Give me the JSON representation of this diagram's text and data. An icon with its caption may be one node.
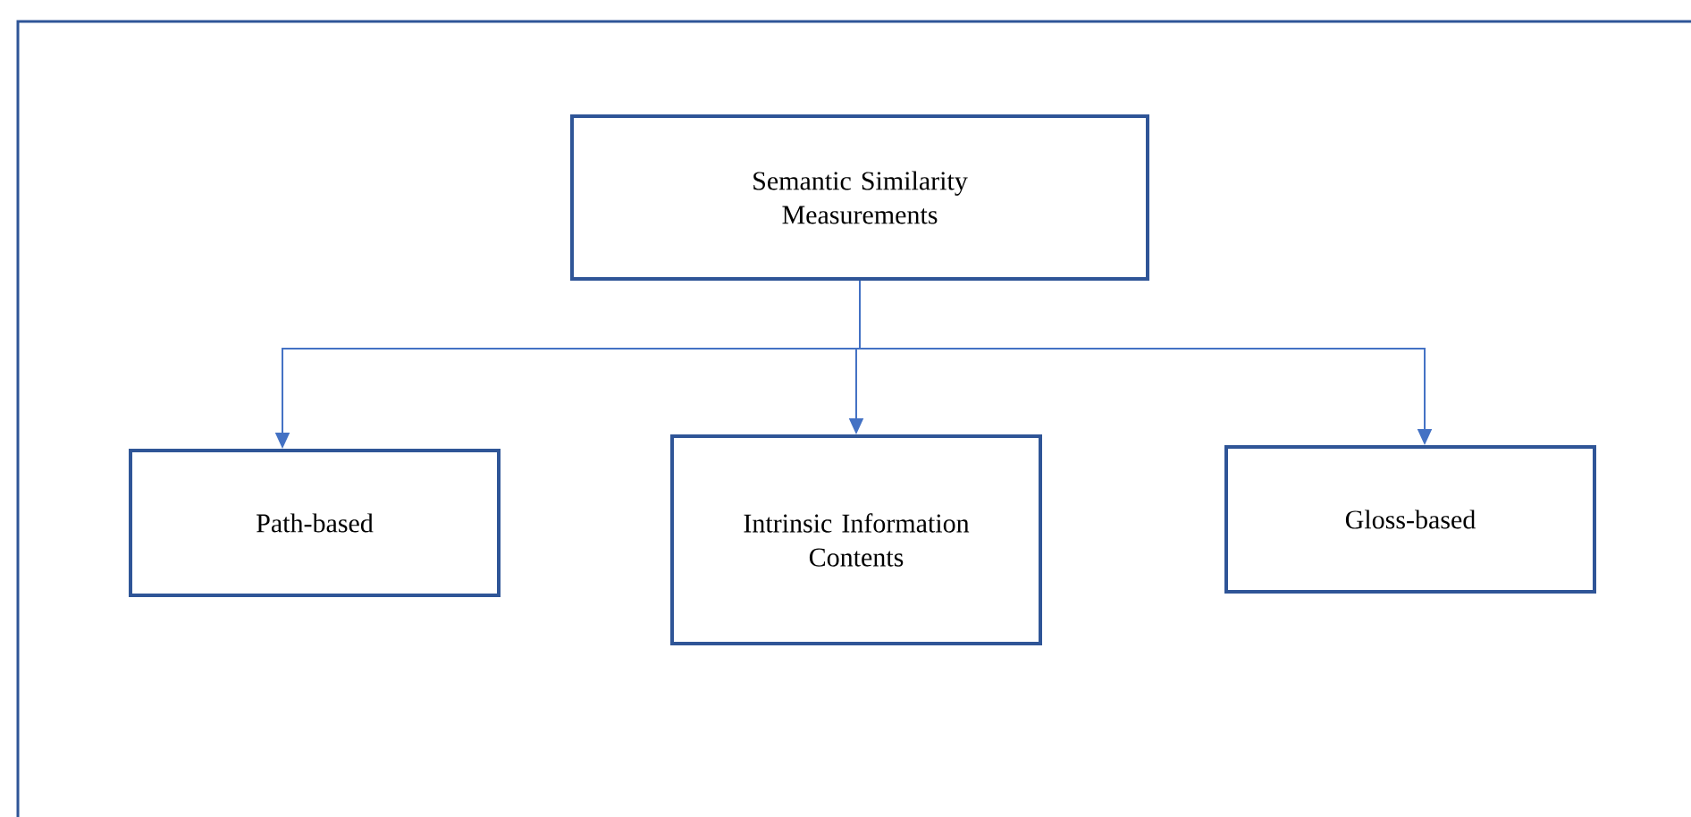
{
  "diagram": {
    "nodes": [
      {
        "text": [
          "Semantic Similarity Measurements"
        ]
      },
      {
        "text": [
          "Path-based"
        ]
      },
      {
        "text": [
          "Intrinsic Information Contents"
        ]
      },
      {
        "text": [
          "Gloss-based"
        ]
      }
    ],
    "edges": [
      {
        "from": 0,
        "to": 1,
        "arrow": "to"
      },
      {
        "from": 0,
        "to": 2,
        "arrow": "to"
      },
      {
        "from": 0,
        "to": 3,
        "arrow": "to"
      }
    ]
  }
}
